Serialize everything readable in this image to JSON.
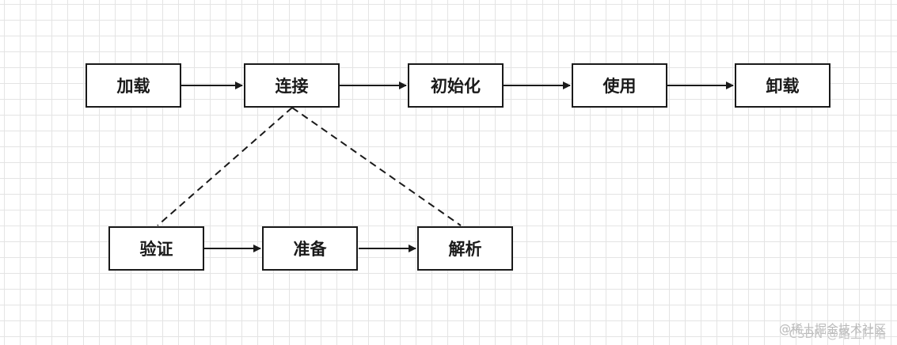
{
  "diagram": {
    "stages": {
      "load": "加载",
      "link": "连接",
      "init": "初始化",
      "use": "使用",
      "unload": "卸载"
    },
    "link_phases": {
      "verify": "验证",
      "prepare": "准备",
      "resolve": "解析"
    },
    "colors": {
      "stroke": "#1a1a1a",
      "grid": "#e4e4e4",
      "watermark": "#b8b8b8"
    }
  },
  "watermark": {
    "line1": "@稀土掘金技术社区",
    "line2": "CSDN @路上阡陌"
  }
}
